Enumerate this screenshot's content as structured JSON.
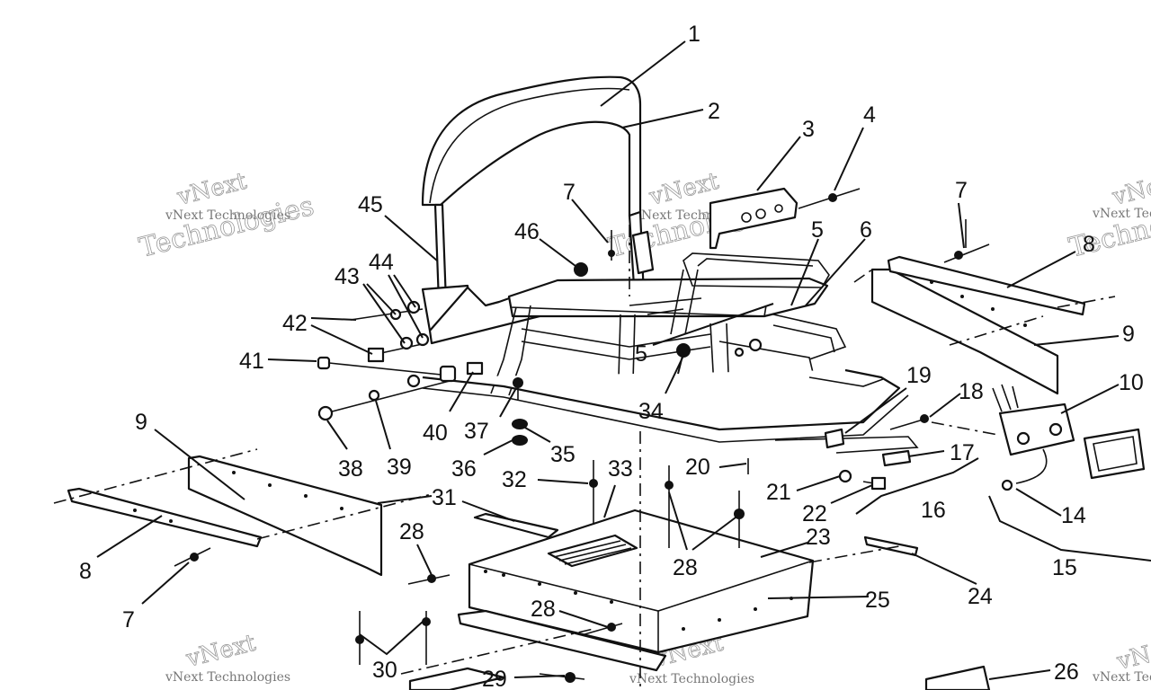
{
  "watermark": {
    "brand": "vNext",
    "line": "vNext Technologies",
    "word": "Technologies"
  },
  "callouts": [
    {
      "id": "c1",
      "text": "1"
    },
    {
      "id": "c2",
      "text": "2"
    },
    {
      "id": "c3",
      "text": "3"
    },
    {
      "id": "c4",
      "text": "4"
    },
    {
      "id": "c5a",
      "text": "5"
    },
    {
      "id": "c5b",
      "text": "5"
    },
    {
      "id": "c6",
      "text": "6"
    },
    {
      "id": "c7a",
      "text": "7"
    },
    {
      "id": "c7b",
      "text": "7"
    },
    {
      "id": "c7c",
      "text": "7"
    },
    {
      "id": "c8a",
      "text": "8"
    },
    {
      "id": "c8b",
      "text": "8"
    },
    {
      "id": "c9a",
      "text": "9"
    },
    {
      "id": "c9b",
      "text": "9"
    },
    {
      "id": "c10",
      "text": "10"
    },
    {
      "id": "c14",
      "text": "14"
    },
    {
      "id": "c15",
      "text": "15"
    },
    {
      "id": "c16",
      "text": "16"
    },
    {
      "id": "c17",
      "text": "17"
    },
    {
      "id": "c18",
      "text": "18"
    },
    {
      "id": "c19",
      "text": "19"
    },
    {
      "id": "c20",
      "text": "20"
    },
    {
      "id": "c21",
      "text": "21"
    },
    {
      "id": "c22",
      "text": "22"
    },
    {
      "id": "c23",
      "text": "23"
    },
    {
      "id": "c24",
      "text": "24"
    },
    {
      "id": "c25",
      "text": "25"
    },
    {
      "id": "c26",
      "text": "26"
    },
    {
      "id": "c28a",
      "text": "28"
    },
    {
      "id": "c28b",
      "text": "28"
    },
    {
      "id": "c28c",
      "text": "28"
    },
    {
      "id": "c29",
      "text": "29"
    },
    {
      "id": "c30",
      "text": "30"
    },
    {
      "id": "c31",
      "text": "31"
    },
    {
      "id": "c32",
      "text": "32"
    },
    {
      "id": "c33",
      "text": "33"
    },
    {
      "id": "c34",
      "text": "34"
    },
    {
      "id": "c35",
      "text": "35"
    },
    {
      "id": "c36",
      "text": "36"
    },
    {
      "id": "c37",
      "text": "37"
    },
    {
      "id": "c38",
      "text": "38"
    },
    {
      "id": "c39",
      "text": "39"
    },
    {
      "id": "c40",
      "text": "40"
    },
    {
      "id": "c41",
      "text": "41"
    },
    {
      "id": "c42",
      "text": "42"
    },
    {
      "id": "c43",
      "text": "43"
    },
    {
      "id": "c44",
      "text": "44"
    },
    {
      "id": "c45",
      "text": "45"
    },
    {
      "id": "c46",
      "text": "46"
    }
  ]
}
